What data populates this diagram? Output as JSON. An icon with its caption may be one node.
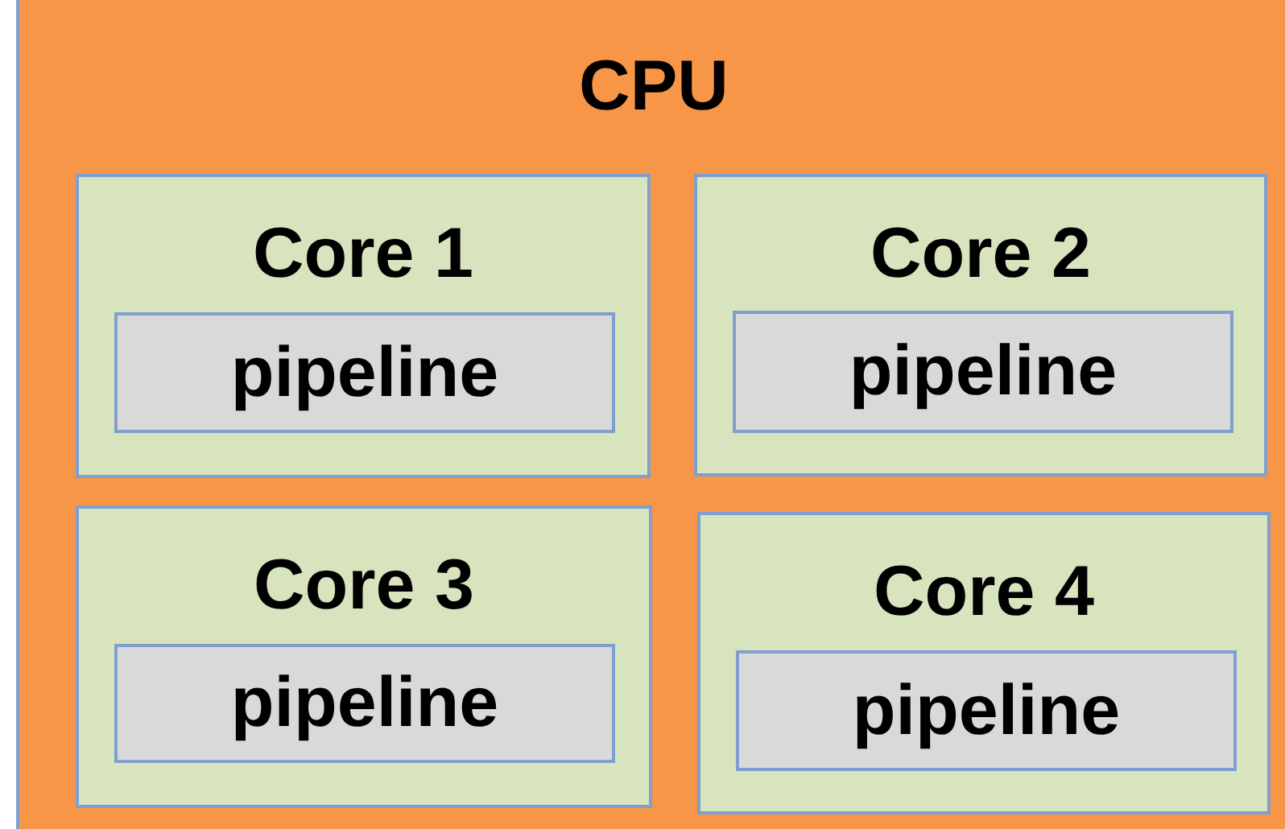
{
  "diagram": {
    "nodes": [
      {
        "text": [
          "CPU"
        ]
      },
      {
        "text": [
          "Core 1"
        ],
        "in": 0
      },
      {
        "text": [
          "pipeline"
        ],
        "in": 1
      },
      {
        "text": [
          "Core 2"
        ],
        "in": 0
      },
      {
        "text": [
          "pipeline"
        ],
        "in": 3
      },
      {
        "text": [
          "Core 3"
        ],
        "in": 0
      },
      {
        "text": [
          "pipeline"
        ],
        "in": 5
      },
      {
        "text": [
          "Core 4"
        ],
        "in": 0
      },
      {
        "text": [
          "pipeline"
        ],
        "in": 7
      }
    ]
  }
}
